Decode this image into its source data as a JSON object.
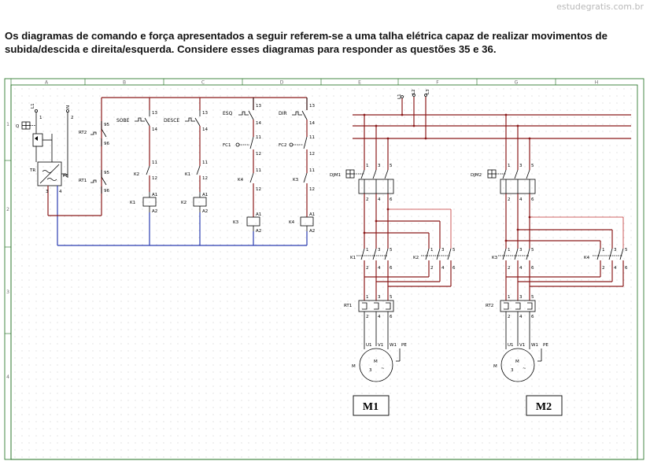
{
  "watermark": "estudegratis.com.br",
  "question": "Os diagramas de comando e força apresentados a seguir referem-se a uma talha elétrica capaz de realizar movimentos de subida/descida e direita/esquerda. Considere esses diagramas para responder as questões 35 e 36.",
  "grid": {
    "columns": [
      "A",
      "B",
      "C",
      "D",
      "E",
      "F",
      "G",
      "H"
    ],
    "rows": [
      "1",
      "2",
      "3",
      "4"
    ]
  },
  "command": {
    "supply_l1": "L1",
    "supply_n": "N",
    "transformer": "TR",
    "pe": "PE",
    "fuse": "Q",
    "rt2": "RT2",
    "rt1": "RT1",
    "relay_95": "95",
    "relay_96": "96",
    "buttons": [
      "SOBE",
      "DESCE",
      "ESQ",
      "DIR"
    ],
    "fc1": "FC1",
    "fc2": "FC2",
    "interlocks": [
      "K2",
      "K1",
      "K4",
      "K3"
    ],
    "coils": [
      "K1",
      "K2",
      "K3",
      "K4"
    ],
    "t13": "13",
    "t14": "14",
    "t11": "11",
    "t12": "12",
    "a1": "A1",
    "a2": "A2",
    "pin_1": "1",
    "pin_2": "2",
    "pin_3": "3",
    "pin_4": "4"
  },
  "power": {
    "phases": [
      "L1",
      "L2",
      "L3"
    ],
    "dj1": "DJM1",
    "dj2": "DJM2",
    "k1": "K1",
    "k2": "K2",
    "k3": "K3",
    "k4": "K4",
    "rt1": "RT1",
    "rt2": "RT2",
    "pins_top": [
      "1",
      "3",
      "5"
    ],
    "pins_bottom": [
      "2",
      "4",
      "6"
    ],
    "motor_terms": [
      "U1",
      "V1",
      "W1",
      "PE"
    ],
    "motor_symbol": "M",
    "motor_phase": "3",
    "motor_ac": "~",
    "motor_side": "M",
    "m1": "M1",
    "m2": "M2"
  }
}
